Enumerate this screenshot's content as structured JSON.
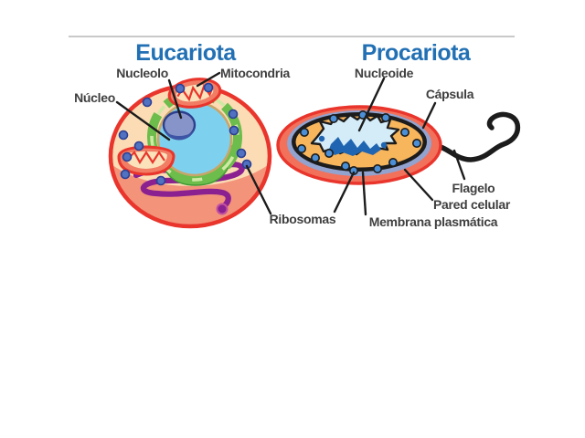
{
  "diagram": {
    "titles": {
      "eukaryote": "Eucariota",
      "prokaryote": "Procariota"
    },
    "labels": {
      "nucleolus": "Nucleolo",
      "mitochondria": "Mitocondria",
      "nucleus": "Núcleo",
      "ribosomes": "Ribosomas",
      "nucleoid": "Nucleoide",
      "capsule": "Cápsula",
      "flagellum": "Flagelo",
      "cell_wall": "Pared celular",
      "plasma_membrane": "Membrana plasmática"
    },
    "colors": {
      "title_blue": "#2270b4",
      "label_gray": "#3f3f3f",
      "cell_outline_red": "#e9352c",
      "eukaryote_cytoplasm": "#fbdcb4",
      "eukaryote_shadow": "#f2937a",
      "nucleus_blue": "#7ed1ee",
      "nucleus_ring_tan": "#c8a569",
      "nucleolus_light": "#8794c9",
      "nucleolus_dark": "#3d55a4",
      "er_green": "#6cbd4b",
      "er_green_light": "#cfe9a4",
      "golgi_purple": "#8b2190",
      "mitochondria_fill": "#f07d64",
      "mitochondria_inner": "#fbe2bb",
      "orange_organelle": "#f6921e",
      "ribosome_blue": "#5072c0",
      "prokaryote_capsule": "#f2715b",
      "prokaryote_cell_wall": "#92a3cf",
      "prokaryote_membrane": "#1c1c1c",
      "prokaryote_cytoplasm": "#f7b55c",
      "nucleoid_light": "#d4ecf8",
      "nucleoid_dark": "#2065b1",
      "flagellum_black": "#1c1c1c"
    }
  }
}
